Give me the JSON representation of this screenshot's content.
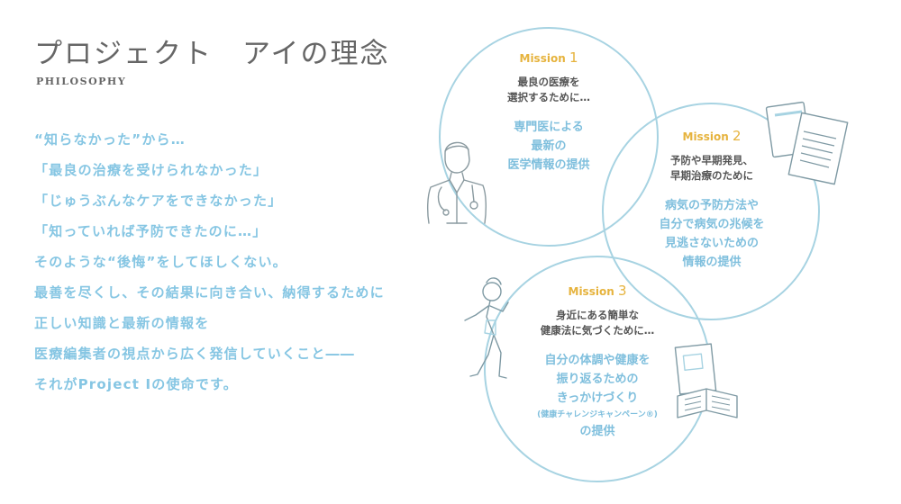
{
  "header": {
    "title": "プロジェクト　アイの理念",
    "subtitle": "PHILOSOPHY"
  },
  "philosophy": {
    "lines": [
      "“知らなかった”から…",
      "「最良の治療を受けられなかった」",
      "「じゅうぶんなケアをできなかった」",
      "「知っていれば予防できたのに…」",
      "そのような“後悔”をしてほしくない。",
      "最善を尽くし、その結果に向き合い、納得するために",
      "正しい知識と最新の情報を",
      "医療編集者の視点から広く発信していくこと――",
      "それがProject Iの使命です。"
    ]
  },
  "missions": [
    {
      "label": "Mission",
      "number": "1",
      "intro": [
        "最良の医療を",
        "選択するために…"
      ],
      "goal": [
        "専門医による",
        "最新の",
        "医学情報の提供"
      ]
    },
    {
      "label": "Mission",
      "number": "2",
      "intro": [
        "予防や早期発見、",
        "早期治療のために"
      ],
      "goal": [
        "病気の予防方法や",
        "自分で病気の兆候を",
        "見逃さないための",
        "情報の提供"
      ]
    },
    {
      "label": "Mission",
      "number": "3",
      "intro": [
        "身近にある簡単な",
        "健康法に気づくために…"
      ],
      "goal": [
        "自分の体調や健康を",
        "振り返るための",
        "きっかけづくり"
      ],
      "goal_note": "(健康チャレンジキャンペーン®)",
      "goal_end": "の提供"
    }
  ],
  "colors": {
    "text_gray": "#666666",
    "accent_blue": "#86c6e3",
    "circle_blue": "#a7d3e2",
    "mission_yellow": "#e6b33d"
  },
  "illustrations": [
    "doctor-icon",
    "documents-icon",
    "runner-icon",
    "book-icon"
  ]
}
